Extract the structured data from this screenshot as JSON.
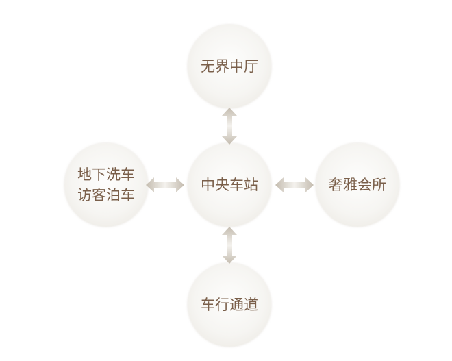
{
  "diagram": {
    "center": {
      "label": "中央车站"
    },
    "top": {
      "label": "无界中厅"
    },
    "bottom": {
      "label": "车行通道"
    },
    "left": {
      "lines": [
        "地下洗车",
        "访客泊车"
      ]
    },
    "right": {
      "label": "奢雅会所"
    },
    "colors": {
      "text": "#7a5f4a",
      "arrow": "#c9c2b6",
      "node": "#f3f1ed"
    }
  }
}
